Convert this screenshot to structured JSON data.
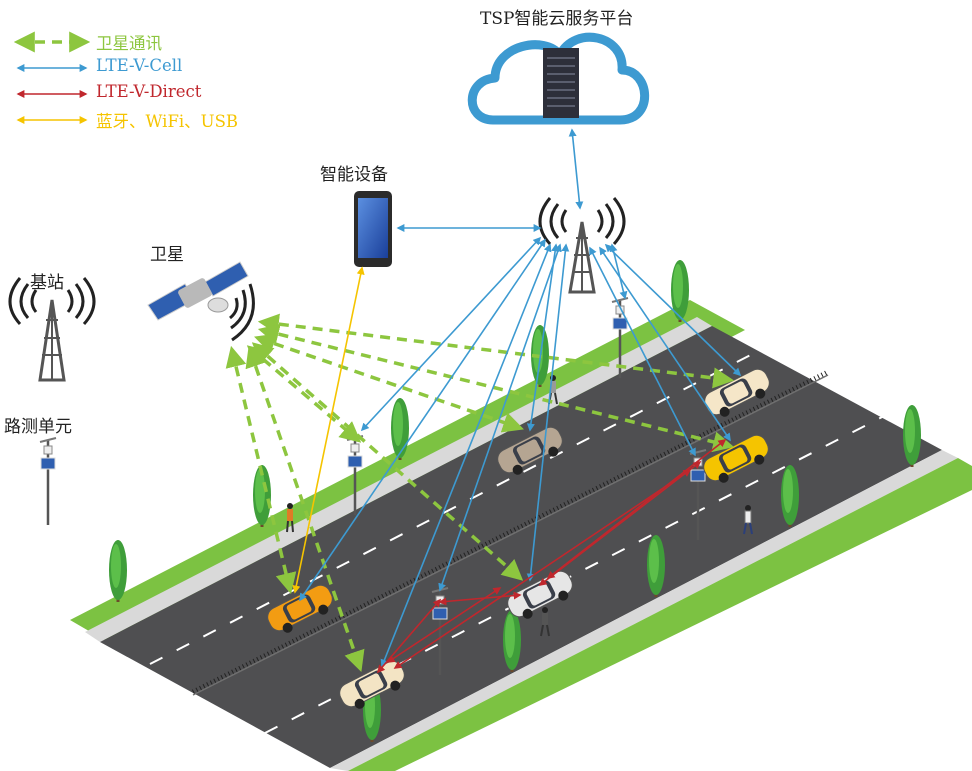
{
  "colors": {
    "satellite": "#8dc63f",
    "cell": "#3d9ad1",
    "direct": "#c0272d",
    "short_range": "#f5c400",
    "cloud": "#3d9ad1",
    "grass": "#7cc242",
    "road": "#4f4f51"
  },
  "legend": [
    {
      "key": "satellite",
      "label": "卫星通讯",
      "style": "dashed",
      "icon": "dashed-double-arrow"
    },
    {
      "key": "cell",
      "label": "LTE-V-Cell",
      "style": "solid",
      "icon": "double-arrow"
    },
    {
      "key": "direct",
      "label": "LTE-V-Direct",
      "style": "solid",
      "icon": "double-arrow"
    },
    {
      "key": "short_range",
      "label": "蓝牙、WiFi、USB",
      "style": "solid",
      "icon": "double-arrow"
    }
  ],
  "labels": {
    "cloud": "TSP智能云服务平台",
    "device": "智能设备",
    "satellite": "卫星",
    "base_station": "基站",
    "rsu": "路测单元"
  },
  "icons": [
    "cloud-server-icon",
    "tablet-icon",
    "satellite-icon",
    "cell-tower-icon",
    "roadside-unit-icon",
    "car-icon",
    "tree-icon",
    "pedestrian-icon"
  ]
}
